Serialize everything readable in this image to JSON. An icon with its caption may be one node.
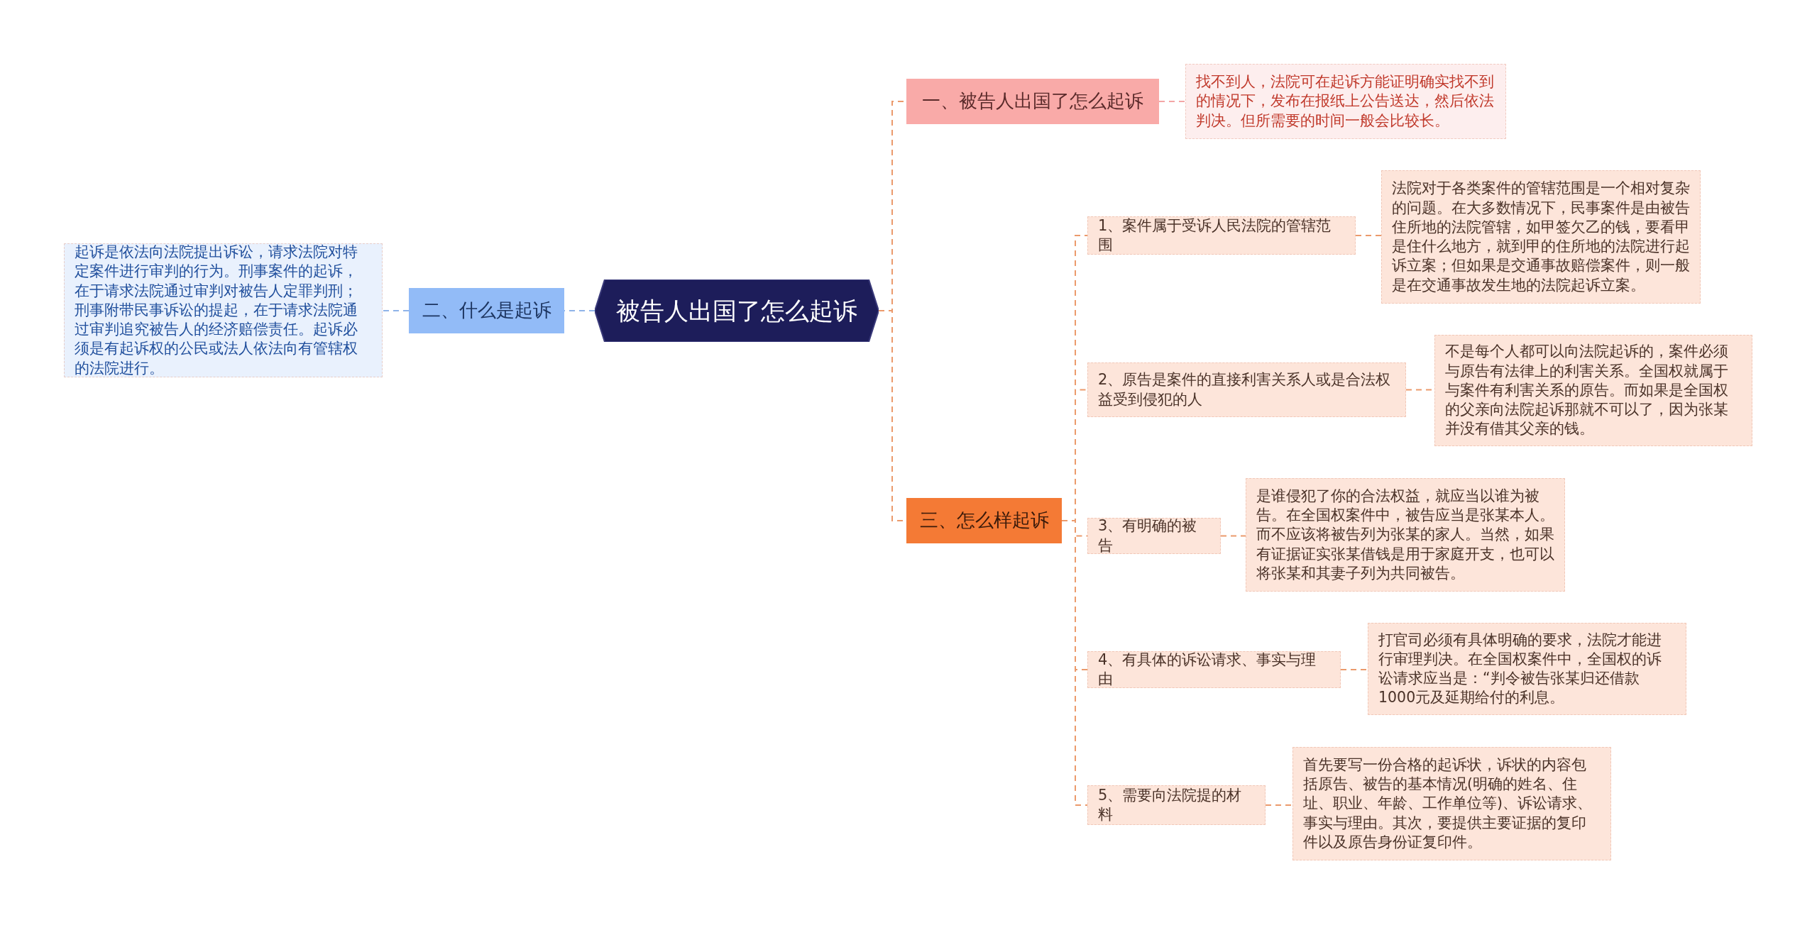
{
  "diagram": {
    "nodes": [
      {
        "text": [
          "被告人出国了怎么起诉"
        ]
      },
      {
        "text": [
          "一、被告人出国了怎么起诉"
        ]
      },
      {
        "text": [
          "找不到人，法院可在起诉方能证明确实找不到的情况下，发布在报纸上公告送达，然后依法判决。但所需要的时间一般会比较长。"
        ]
      },
      {
        "text": [
          "二、什么是起诉"
        ]
      },
      {
        "text": [
          "起诉是依法向法院提出诉讼，请求法院对特定案件进行审判的行为。刑事案件的起诉，在于请求法院通过审判对被告人定罪判刑；刑事附带民事诉讼的提起，在于请求法院通过审判追究被告人的经济赔偿责任。起诉必须是有起诉权的公民或法人依法向有管辖权的法院进行。"
        ]
      },
      {
        "text": [
          "三、怎么样起诉"
        ]
      },
      {
        "text": [
          "1、案件属于受诉人民法院的管辖范围"
        ]
      },
      {
        "text": [
          "法院对于各类案件的管辖范围是一个相对复杂的问题。在大多数情况下，民事案件是由被告住所地的法院管辖，如甲签欠乙的钱，要看甲是住什么地方，就到甲的住所地的法院进行起诉立案；但如果是交通事故赔偿案件，则一般是在交通事故发生地的法院起诉立案。"
        ]
      },
      {
        "text": [
          "2、原告是案件的直接利害关系人或是合法权益受到侵犯的人"
        ]
      },
      {
        "text": [
          "不是每个人都可以向法院起诉的，案件必须与原告有法律上的利害关系。全国权就属于与案件有利害关系的原告。而如果是全国权的父亲向法院起诉那就不可以了，因为张某并没有借其父亲的钱。"
        ]
      },
      {
        "text": [
          "3、有明确的被告"
        ]
      },
      {
        "text": [
          "是谁侵犯了你的合法权益，就应当以谁为被告。在全国权案件中，被告应当是张某本人。而不应该将被告列为张某的家人。当然，如果有证据证实张某借钱是用于家庭开支，也可以将张某和其妻子列为共同被告。"
        ]
      },
      {
        "text": [
          "4、有具体的诉讼请求、事实与理由"
        ]
      },
      {
        "text": [
          "打官司必须有具体明确的要求，法院才能进行审理判决。在全国权案件中，全国权的诉讼请求应当是：“判令被告张某归还借款1000元及延期给付的利息。"
        ]
      },
      {
        "text": [
          "5、需要向法院提的材料"
        ]
      },
      {
        "text": [
          "首先要写一份合格的起诉状，诉状的内容包括原告、被告的基本情况(明确的姓名、住址、职业、年龄、工作单位等)、诉讼请求、事实与理由。其次，要提供主要证据的复印件以及原告身份证复印件。"
        ]
      }
    ],
    "edges": [
      {
        "from": 0,
        "to": 1,
        "arrow": "none",
        "style": "dashed"
      },
      {
        "from": 1,
        "to": 2,
        "arrow": "none",
        "style": "dashed",
        "color": "#f4a6a6"
      },
      {
        "from": 0,
        "to": 3,
        "arrow": "none",
        "style": "dashed",
        "color": "#8fb3e8"
      },
      {
        "from": 3,
        "to": 4,
        "arrow": "none",
        "style": "dashed",
        "color": "#8fb3e8"
      },
      {
        "from": 0,
        "to": 5,
        "arrow": "none",
        "style": "dashed"
      },
      {
        "from": 5,
        "to": 6,
        "arrow": "none",
        "style": "dashed"
      },
      {
        "from": 6,
        "to": 7,
        "arrow": "none",
        "style": "dashed"
      },
      {
        "from": 5,
        "to": 8,
        "arrow": "none",
        "style": "dashed"
      },
      {
        "from": 8,
        "to": 9,
        "arrow": "none",
        "style": "dashed"
      },
      {
        "from": 5,
        "to": 10,
        "arrow": "none",
        "style": "dashed"
      },
      {
        "from": 10,
        "to": 11,
        "arrow": "none",
        "style": "dashed"
      },
      {
        "from": 5,
        "to": 12,
        "arrow": "none",
        "style": "dashed"
      },
      {
        "from": 12,
        "to": 13,
        "arrow": "none",
        "style": "dashed"
      },
      {
        "from": 5,
        "to": 14,
        "arrow": "none",
        "style": "dashed"
      },
      {
        "from": 14,
        "to": 15,
        "arrow": "none",
        "style": "dashed"
      }
    ]
  }
}
